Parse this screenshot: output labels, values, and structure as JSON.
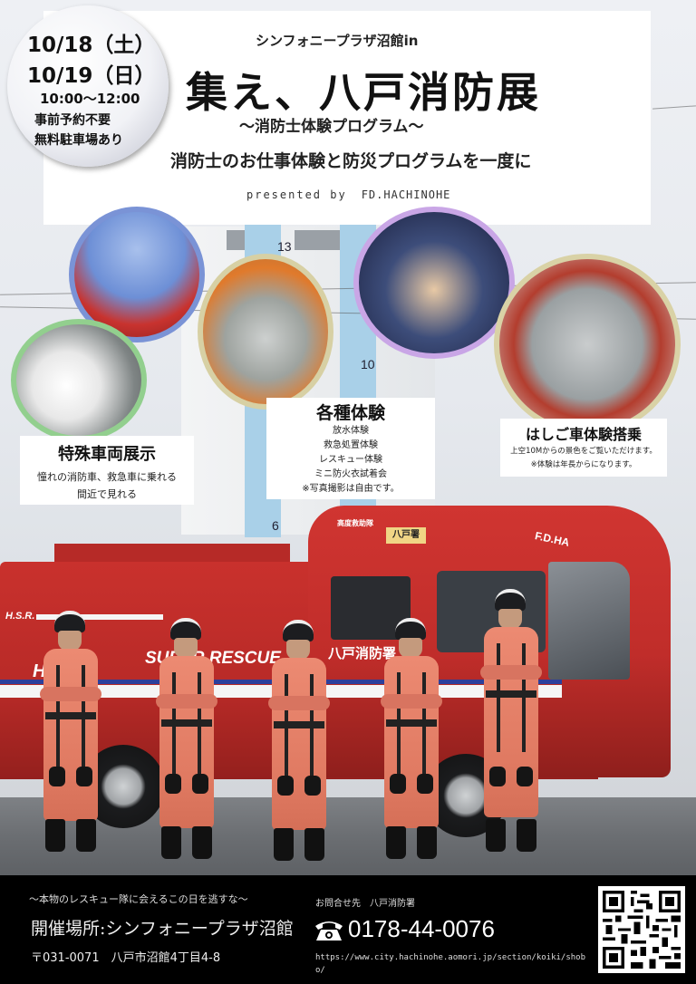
{
  "badge": {
    "date1": "10/18（土）",
    "date2": "10/19（日）",
    "time": "10:00〜12:00",
    "note1": "事前予約不要",
    "note2": "無料駐車場あり"
  },
  "header": {
    "venue_line": "シンフォニープラザ沼館in",
    "title": "集え、八戸消防展",
    "subtitle": "〜消防士体験プログラム〜",
    "tagline": "消防士のお仕事体験と防災プログラムを一度に",
    "presented_by": "presented by",
    "organizer": "FD.HACHINOHE"
  },
  "photos": [
    {
      "name": "ladder-truck-photo",
      "border": "#7a93d6"
    },
    {
      "name": "ambulance-photo",
      "border": "#92cf8e"
    },
    {
      "name": "water-experience-photo",
      "border": "#d7d0a4"
    },
    {
      "name": "first-aid-photo",
      "border": "#c9a6e6"
    },
    {
      "name": "ladder-bucket-photo",
      "border": "#d9d2a6"
    }
  ],
  "background": {
    "pole_marks": [
      "13",
      "10",
      "6"
    ]
  },
  "cards": {
    "special_vehicles": {
      "title": "特殊車両展示",
      "line1": "憧れの消防車、救急車に乗れる",
      "line2": "間近で見れる"
    },
    "various": {
      "title": "各種体験",
      "items": [
        "放水体験",
        "救急処置体験",
        "レスキュー体験",
        "ミニ防火衣試着会",
        "※写真撮影は自由です。"
      ]
    },
    "ladder": {
      "title": "はしご車体験搭乗",
      "line1": "上空10Mからの景色をご覧いただけます。",
      "line2": "※体験は年長からになります。"
    }
  },
  "truck": {
    "hsr": "H.S.R.",
    "hac": "HAC",
    "super_rescue": "SUPER RESCUE",
    "department": "八戸消防署",
    "unit_top": "高度救助隊",
    "unit_plate": "八戸署",
    "fd_text": "F.D.HA",
    "colors": {
      "body": "#c9312d",
      "stripe_blue": "#2c3f9b",
      "suit": "#e8856d"
    }
  },
  "footer": {
    "catchphrase": "〜本物のレスキュー隊に会えるこの日を逃すな〜",
    "venue": "開催場所:シンフォニープラザ沼館",
    "address": "〒031-0071　八戸市沼館4丁目4-8",
    "contact_label": "お問合せ先　八戸消防署",
    "phone": "0178-44-0076",
    "url": "https://www.city.hachinohe.aomori.jp/section/koiki/shobo/"
  }
}
